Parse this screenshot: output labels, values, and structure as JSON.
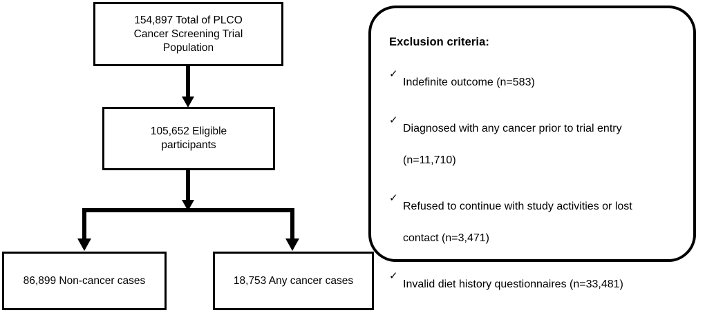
{
  "diagram": {
    "type": "flowchart",
    "title_present": false,
    "nodes": [
      {
        "id": "total",
        "label": "154,897 Total of PLCO Cancer Screening Trial Population",
        "lines": [
          "154,897 Total of PLCO",
          "Cancer Screening Trial",
          "Population"
        ],
        "count": "154,897",
        "shape": "rectangle"
      },
      {
        "id": "eligible",
        "label": "105,652 Eligible participants",
        "lines": [
          "105,652 Eligible",
          "participants"
        ],
        "count": "105,652",
        "shape": "rectangle"
      },
      {
        "id": "noncancer",
        "label": "86,899 Non-cancer cases",
        "lines": [
          "86,899 Non-cancer cases"
        ],
        "count": "86,899",
        "shape": "rectangle"
      },
      {
        "id": "anycancer",
        "label": "18,753 Any cancer cases",
        "lines": [
          "18,753 Any cancer cases"
        ],
        "count": "18,753",
        "shape": "rectangle"
      }
    ],
    "edges": [
      {
        "from": "total",
        "to": "eligible",
        "style": "arrow-down"
      },
      {
        "from": "eligible",
        "to": "noncancer",
        "style": "elbow-arrow-down-left"
      },
      {
        "from": "eligible",
        "to": "anycancer",
        "style": "elbow-arrow-down-right"
      }
    ]
  },
  "exclusion": {
    "title": "Exclusion criteria:",
    "bullet_glyph": "✓",
    "items": [
      {
        "text": "Indefinite outcome (n=583)",
        "line1": "Indefinite outcome (n=583)",
        "line2": "",
        "n": "583"
      },
      {
        "text": "Diagnosed with any cancer prior to trial entry (n=11,710)",
        "line1": "Diagnosed with any cancer prior to trial entry",
        "line2": "(n=11,710)",
        "n": "11,710"
      },
      {
        "text": "Refused to continue with study activities or lost contact (n=3,471)",
        "line1": "Refused to continue with study activities or lost",
        "line2": "contact (n=3,471)",
        "n": "3,471"
      },
      {
        "text": "Invalid diet history questionnaires (n=33,481)",
        "line1": "Invalid diet history questionnaires (n=33,481)",
        "line2": "",
        "n": "33,481"
      }
    ]
  },
  "colors": {
    "stroke": "#000000",
    "background": "#ffffff",
    "text": "#000000"
  }
}
